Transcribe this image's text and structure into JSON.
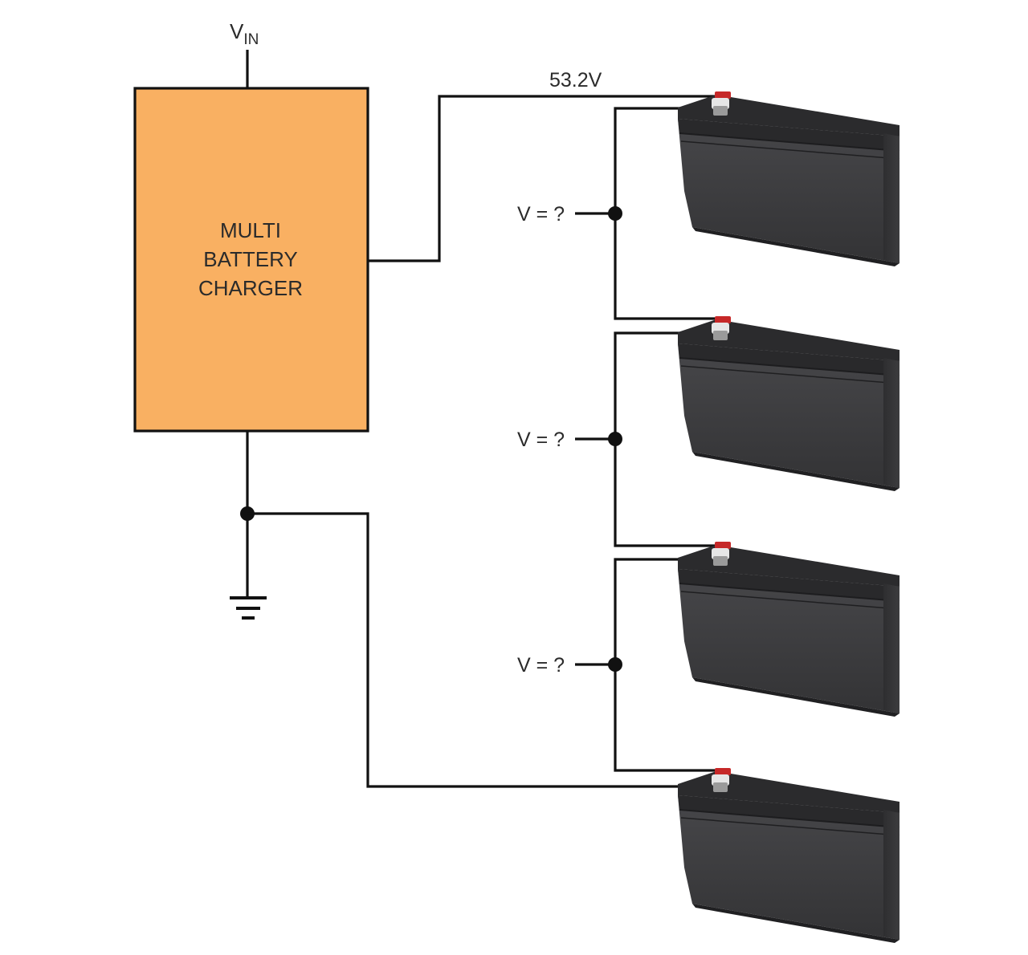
{
  "vin": {
    "main": "V",
    "sub": "IN"
  },
  "output_voltage": "53.2V",
  "charger": {
    "lines": [
      "MULTI",
      "BATTERY",
      "CHARGER"
    ],
    "fill": "#F9B062"
  },
  "taps": [
    "V = ?",
    "V = ?",
    "V = ?"
  ],
  "battery_count": 4,
  "colors": {
    "wire": "#111111",
    "battery_body": "#3a3a3c",
    "battery_top": "#2c2c2e",
    "terminal_pos": "#c62828",
    "terminal_neg": "#e0e0e0"
  }
}
